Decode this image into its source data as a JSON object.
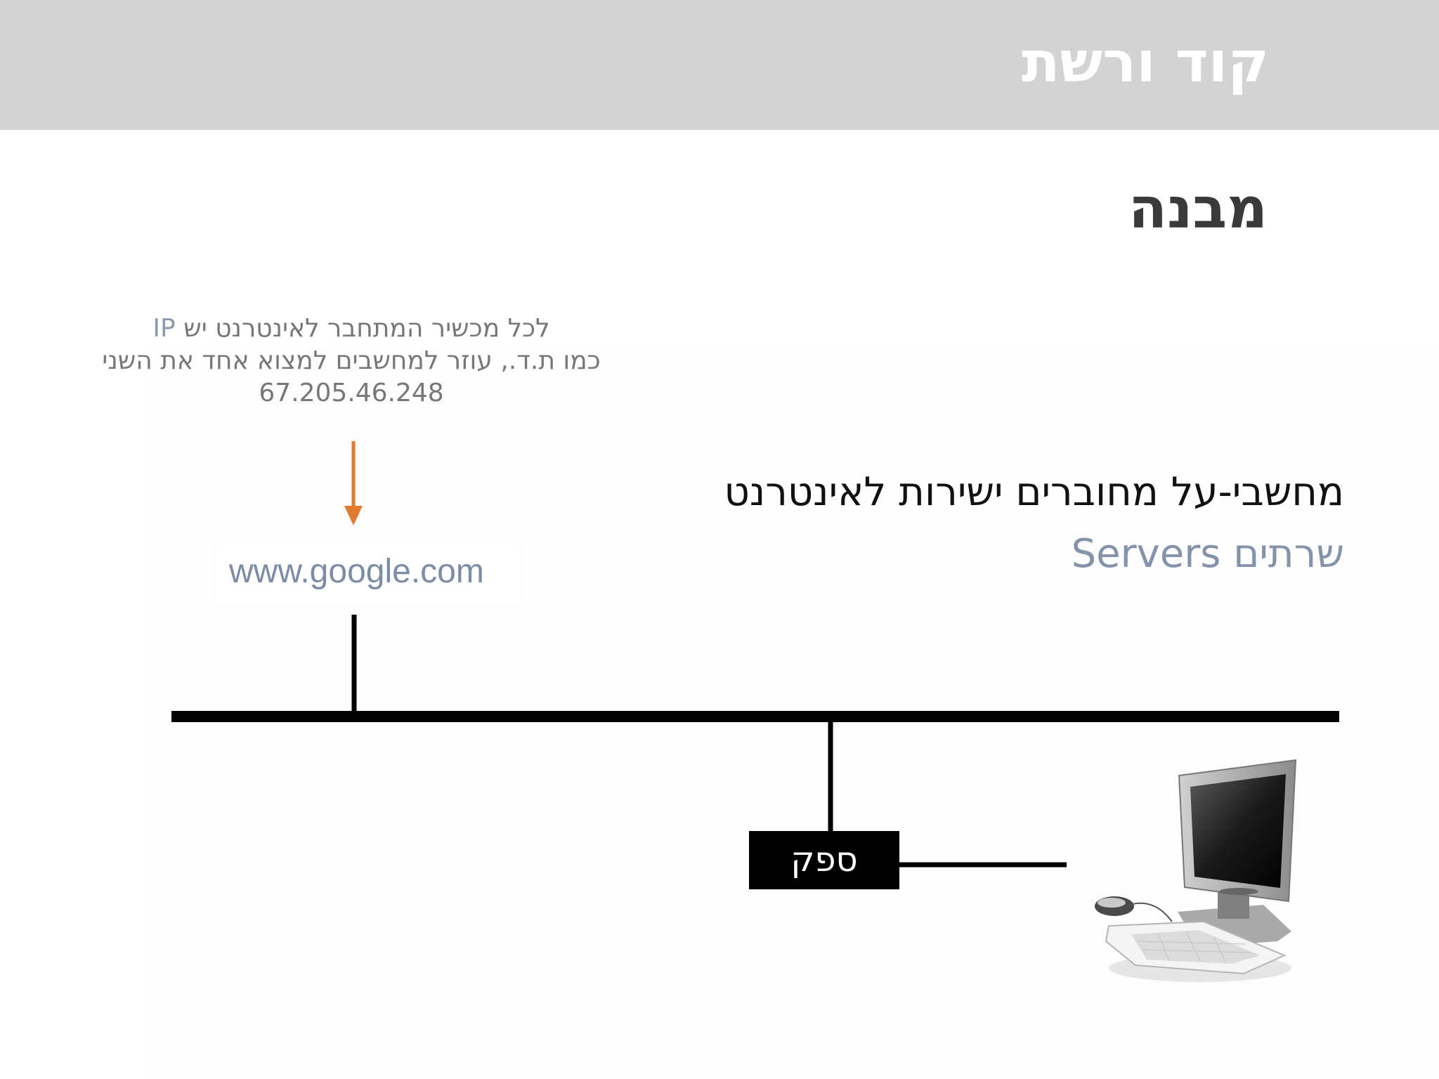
{
  "header": {
    "title": "קוד ורשת"
  },
  "slide": {
    "subtitle": "מבנה"
  },
  "ip_note": {
    "line1_text": "לכל מכשיר המתחבר לאינטרנט יש",
    "line1_term": "IP",
    "line2": "כמו ת.ד., עוזר למחשבים למצוא אחד את השני",
    "line3": "67.205.46.248"
  },
  "servers": {
    "connected_line": "מחשבי-על מחוברים ישירות לאינטרנט",
    "label": "שרתים Servers"
  },
  "url": "www.google.com",
  "isp": {
    "label": "ספק"
  },
  "colors": {
    "header_bg": "#d3d3d3",
    "arrow": "#e07b30",
    "accent_text": "#8593aa"
  },
  "icons": {
    "computer": "desktop-computer-icon",
    "arrow": "arrow-down-icon"
  }
}
